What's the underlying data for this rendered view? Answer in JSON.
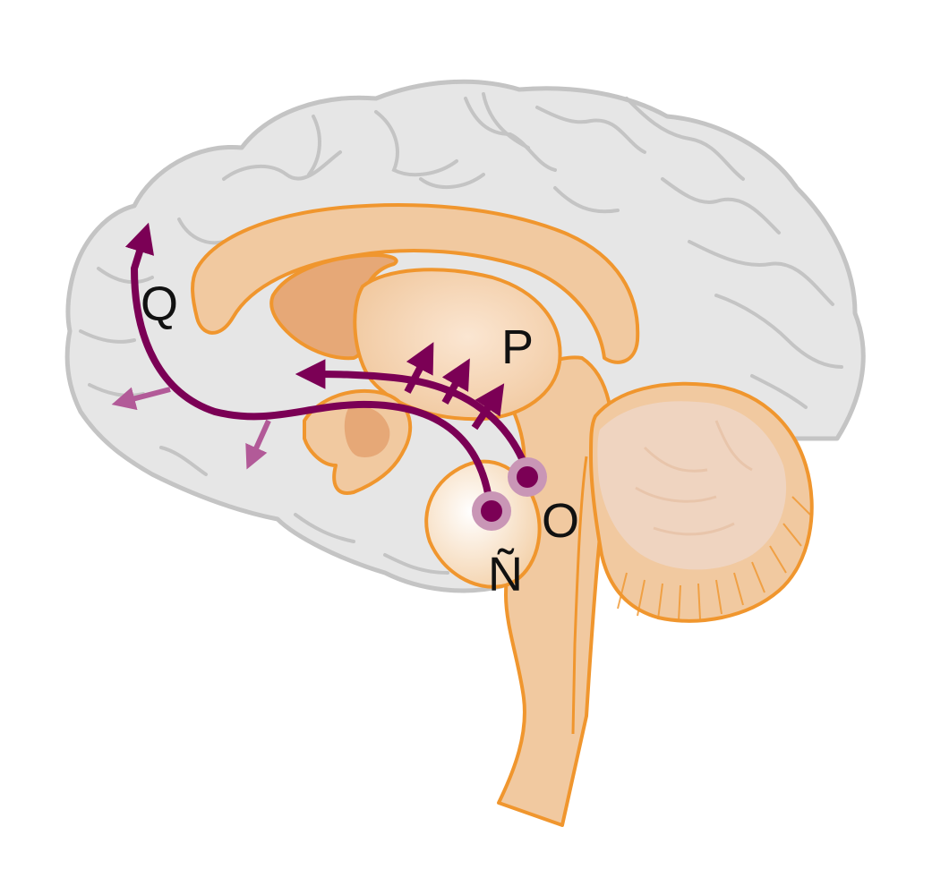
{
  "labels": {
    "n": "Ñ",
    "o": "O",
    "p": "P",
    "q": "Q"
  },
  "colors": {
    "cortex_fill": "#e6e6e6",
    "cortex_stroke": "#c4c4c4",
    "subcortical_fill": "#f1c9a0",
    "subcortical_dark": "#e6a877",
    "subcortical_stroke": "#f0962e",
    "cerebellum_fill": "#efd4c0",
    "pathway": "#7b0055",
    "pathway_light": "#b25a98",
    "nucleus_halo": "#c996b6",
    "label": "#111111"
  }
}
